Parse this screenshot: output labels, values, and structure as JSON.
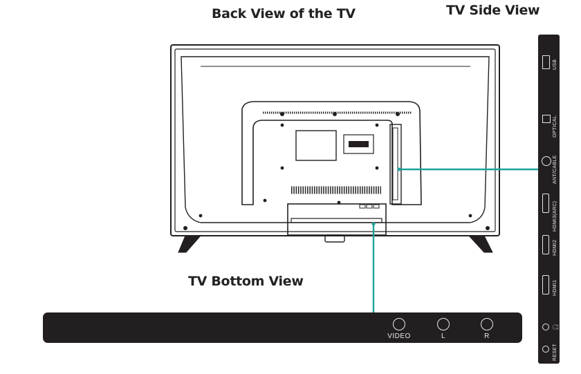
{
  "titles": {
    "back": "Back View of the TV",
    "side": "TV Side View",
    "bottom": "TV Bottom View"
  },
  "bottom_ports": [
    {
      "label": "VIDEO"
    },
    {
      "label": "L"
    },
    {
      "label": "R"
    }
  ],
  "side_ports": [
    {
      "label": "USB",
      "shape": "usb"
    },
    {
      "label": "OPTICAL",
      "shape": "optical"
    },
    {
      "label": "ANT/CABLE",
      "shape": "round"
    },
    {
      "label": "HDMI3(ARC)",
      "shape": "hdmi"
    },
    {
      "label": "HDMI2",
      "shape": "hdmi"
    },
    {
      "label": "HDMI1",
      "shape": "hdmi"
    },
    {
      "label": "🎧",
      "shape": "round-small"
    },
    {
      "label": "RESET",
      "shape": "round-small"
    }
  ],
  "colors": {
    "callout_line": "#1aa39a",
    "panel": "#231f20",
    "outline": "#231f20"
  }
}
